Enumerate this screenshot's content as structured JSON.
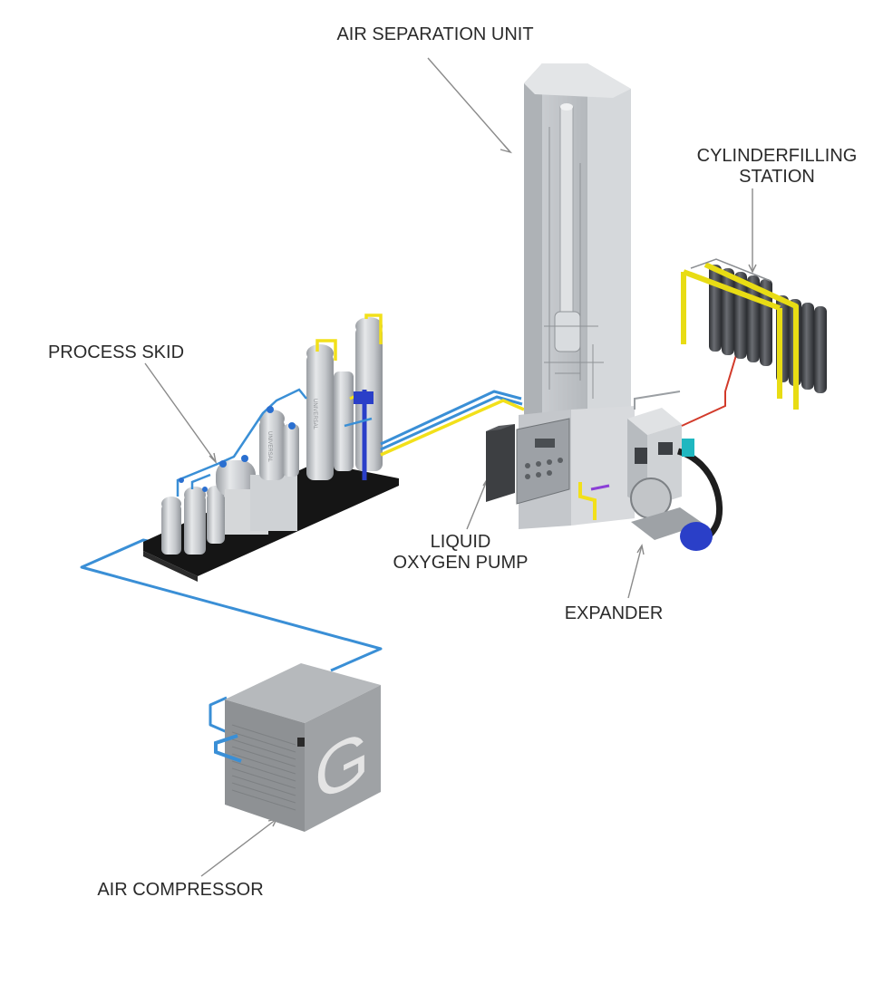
{
  "labels": {
    "air_separation_unit": "AIR SEPARATION UNIT",
    "cylinder_filling_line1": "CYLINDERFILLING",
    "cylinder_filling_line2": "STATION",
    "process_skid": "PROCESS SKID",
    "liquid_oxygen_pump_line1": "LIQUID",
    "liquid_oxygen_pump_line2": "OXYGEN PUMP",
    "expander": "EXPANDER",
    "air_compressor": "AIR COMPRESSOR"
  },
  "equipment_markings": {
    "compressor_logo": "G",
    "vessel_brand": "UNIVERSAL"
  },
  "colors": {
    "pipe_blue": "#3a8fd6",
    "pipe_yellow": "#f2e01a",
    "pipe_red": "#d23a2a",
    "equipment_gray": "#a9adb1",
    "skid_black": "#151515",
    "cylinder_dark": "#4a4c50",
    "motor_blue": "#2a3fc8",
    "teal": "#1fb7c0"
  }
}
